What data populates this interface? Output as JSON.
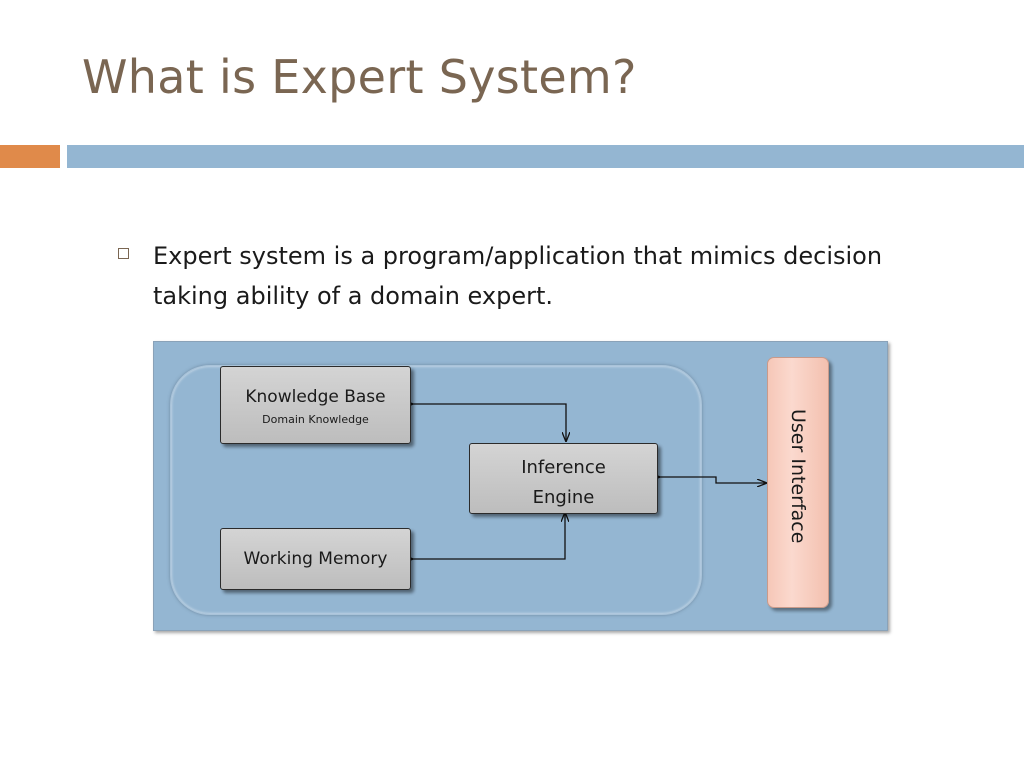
{
  "slide": {
    "title": "What is Expert System?",
    "bullet": "Expert system is a program/application that mimics decision taking ability of a domain expert."
  },
  "diagram": {
    "knowledge_base": {
      "label": "Knowledge Base",
      "sublabel": "Domain Knowledge"
    },
    "inference_engine": {
      "label_line1": "Inference",
      "label_line2": "Engine"
    },
    "working_memory": {
      "label": "Working Memory"
    },
    "user_interface": {
      "label": "User Interface"
    }
  },
  "colors": {
    "title": "#7a6652",
    "accent_orange": "#e08a4a",
    "accent_blue": "#94b6d2",
    "panel": "#94b6d2",
    "box_fill": "#c8c8c8",
    "ui_fill": "#f8cfc2"
  },
  "icons": {
    "bullet": "hollow-square-bullet-icon"
  }
}
